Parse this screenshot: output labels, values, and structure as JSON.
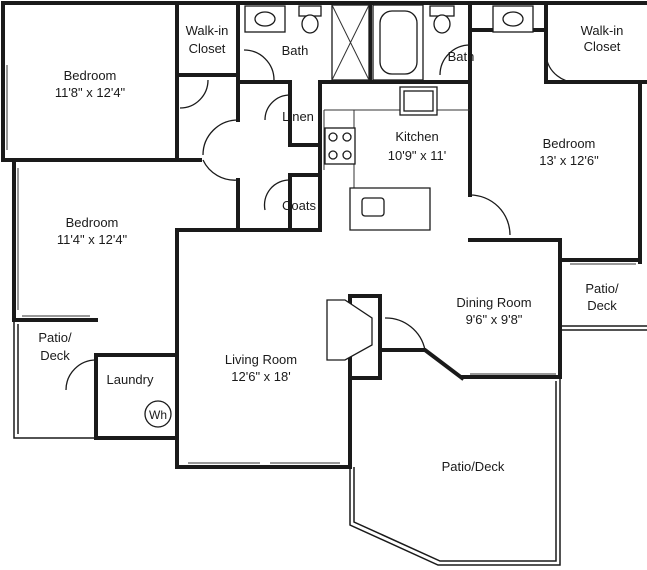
{
  "rooms": {
    "bedroom_1": {
      "name": "Bedroom",
      "size": "11'8\" x 12'4\""
    },
    "bedroom_2": {
      "name": "Bedroom",
      "size": "11'4\" x 12'4\""
    },
    "bedroom_3": {
      "name": "Bedroom",
      "size": "13' x 12'6\""
    },
    "walk_in_closet_1": {
      "line1": "Walk-in",
      "line2": "Closet"
    },
    "walk_in_closet_2": {
      "line1": "Walk-in",
      "line2": "Closet"
    },
    "bath_1": "Bath",
    "bath_2": "Bath",
    "linen": "Linen",
    "coats": "Coats",
    "kitchen": {
      "name": "Kitchen",
      "size": "10'9\" x 11'"
    },
    "dining": {
      "name": "Dining Room",
      "size": "9'6\" x 9'8\""
    },
    "living": {
      "name": "Living Room",
      "size": "12'6\" x 18'"
    },
    "laundry": "Laundry",
    "water_heater": "Wh",
    "patio_left": {
      "line1": "Patio/",
      "line2": "Deck"
    },
    "patio_right": {
      "line1": "Patio/",
      "line2": "Deck"
    },
    "patio_bottom": "Patio/Deck"
  }
}
